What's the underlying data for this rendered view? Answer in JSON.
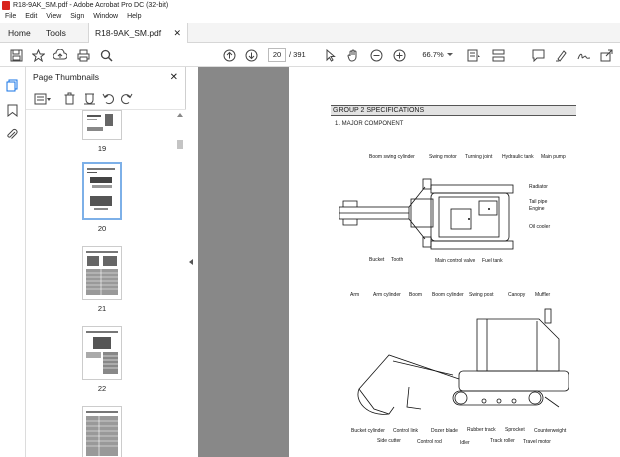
{
  "window": {
    "title": "R18-9AK_SM.pdf - Adobe Acrobat Pro DC (32-bit)"
  },
  "menu": [
    "File",
    "Edit",
    "View",
    "Sign",
    "Window",
    "Help"
  ],
  "tabs": {
    "home": "Home",
    "tools": "Tools",
    "document": "R18-9AK_SM.pdf"
  },
  "toolbar": {
    "page_current": "20",
    "page_total": "/ 391",
    "zoom": "66.7%"
  },
  "thumbnails": {
    "title": "Page Thumbnails",
    "pages": [
      "19",
      "20",
      "21",
      "22"
    ]
  },
  "document": {
    "group_header": "GROUP  2  SPECIFICATIONS",
    "section": "1. MAJOR COMPONENT",
    "top_labels": [
      "Boom swing cylinder",
      "Swing motor",
      "Turning joint",
      "Hydraulic tank",
      "Main pump",
      "Radiator",
      "Tail pipe",
      "Engine",
      "Oil cooler",
      "Bucket",
      "Tooth",
      "Main control valve",
      "Fuel tank"
    ],
    "side_labels": [
      "Arm",
      "Arm cylinder",
      "Boom",
      "Boom cylinder",
      "Swing post",
      "Canopy",
      "Muffler",
      "Bucket cylinder",
      "Control link",
      "Side cutter",
      "Control rod",
      "Dozer blade",
      "Idler",
      "Rubber track",
      "Track roller",
      "Sprocket",
      "Travel motor",
      "Counterweight"
    ]
  },
  "colors": {
    "accent": "#1473e6",
    "canvas": "#888888",
    "pdf_red": "#d9251d"
  }
}
